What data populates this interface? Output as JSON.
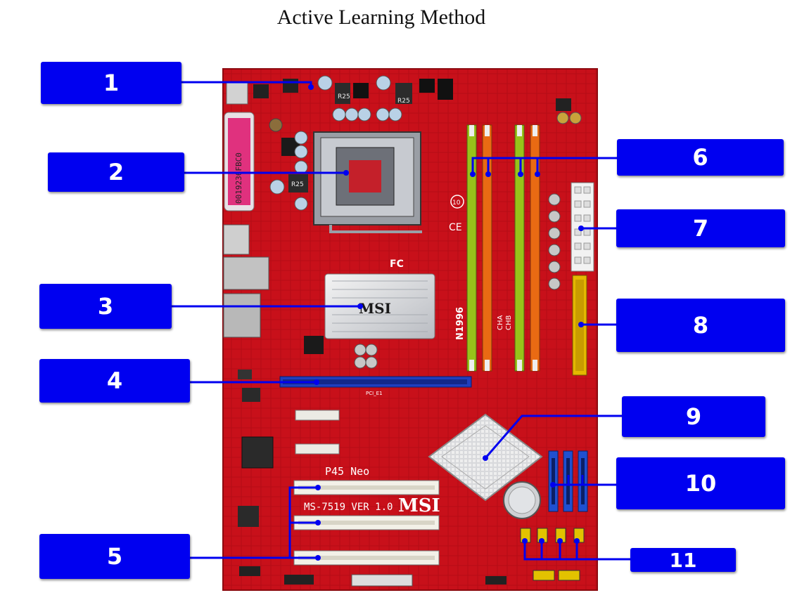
{
  "title": "Active Learning Method",
  "callouts": [
    "1",
    "2",
    "3",
    "4",
    "5",
    "6",
    "7",
    "8",
    "9",
    "10",
    "11"
  ],
  "board_text": {
    "chipset_logo": "MSI",
    "board_logo": "MSI",
    "model": "P45 Neo",
    "version": "MS-7519 VER 1.0",
    "serial": "0019236FBC0",
    "side_code": "N1996",
    "cha": "CHA",
    "chb": "CHB",
    "fc": "FC",
    "ce": "CE",
    "ten": "10",
    "r25_a": "R25",
    "r25_b": "R25",
    "r25_c": "R25",
    "pcie_label": "PCI_E1"
  },
  "colors": {
    "callout": "#0000f0",
    "board": "#c8101a",
    "leader": "#0000f0"
  }
}
